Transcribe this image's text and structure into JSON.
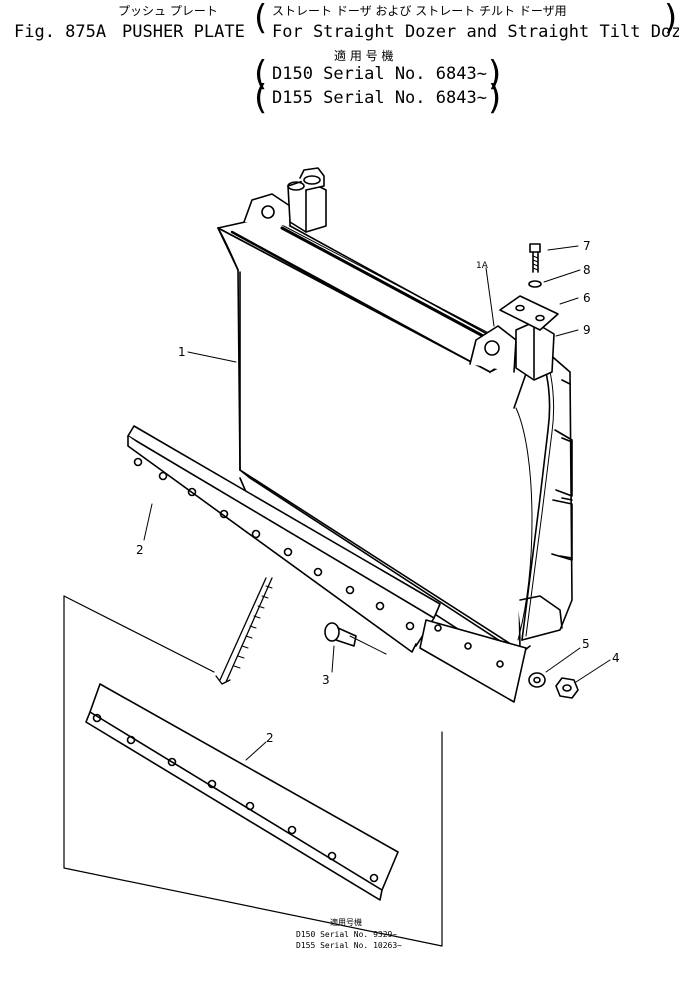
{
  "header": {
    "jp_title_left": "プッシュ プレート",
    "jp_title_right": "ストレート ドーザ および ストレート チルト ドーザ用",
    "fig_no": "Fig. 875A",
    "title": "PUSHER PLATE",
    "subtitle": "For Straight Dozer and Straight Tilt Dozer",
    "applicable_jp": "適 用 号 機",
    "serial_1": "D150 Serial No. 6843~",
    "serial_2": "D155 Serial No. 6843~"
  },
  "callouts": {
    "c1": "1",
    "c1a": "1A",
    "c2a": "2",
    "c2b": "2",
    "c3": "3",
    "c4": "4",
    "c5": "5",
    "c6": "6",
    "c7": "7",
    "c8": "8",
    "c9": "9"
  },
  "note": {
    "applicable_jp": "適用号機",
    "line1": "D150  Serial No. 9329~",
    "line2": "D155  Serial No. 10263~"
  }
}
